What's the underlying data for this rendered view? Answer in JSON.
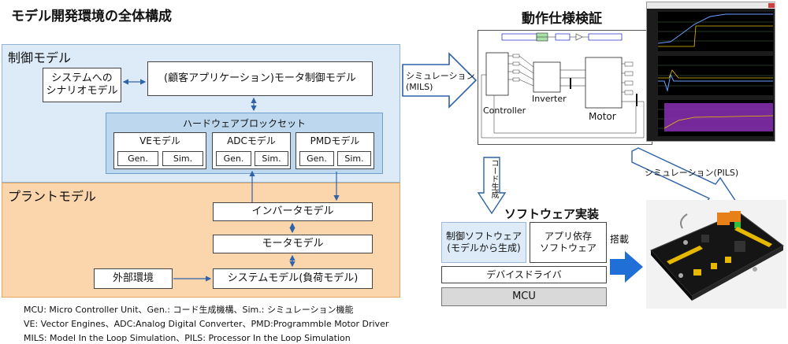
{
  "main_title": "モデル開発環境の全体構成",
  "control_model": {
    "label": "制御モデル",
    "scenario": "システムへの\nシナリオモデル",
    "motor_control": "(顧客アプリケーション)モータ制御モデル",
    "hw_block_set": {
      "label": "ハードウェアブロックセット",
      "modules": [
        {
          "name": "VEモデル",
          "gen": "Gen.",
          "sim": "Sim."
        },
        {
          "name": "ADCモデル",
          "gen": "Gen.",
          "sim": "Sim."
        },
        {
          "name": "PMDモデル",
          "gen": "Gen.",
          "sim": "Sim."
        }
      ]
    }
  },
  "plant_model": {
    "label": "プラントモデル",
    "inverter": "インバータモデル",
    "motor": "モータモデル",
    "system": "システムモデル(負荷モデル)",
    "external": "外部環境"
  },
  "notes": [
    "MCU: Micro Controller Unit、Gen.: コード生成機構、Sim.: シミュレーション機能",
    "VE: Vector Engines、ADC:Analog Digital Converter、PMD:Programmble Motor Driver",
    "MILS: Model In the Loop Simulation、PILS: Processor In the Loop Simulation"
  ],
  "arrows": {
    "mils": "シミュレーション\n(MILS)",
    "codegen": "コード生成",
    "pils": "シミュレーション(PILS)",
    "install": "搭載"
  },
  "verification": {
    "title": "動作仕様検証",
    "controller": "Controller",
    "inverter": "Inverter",
    "motor": "Motor"
  },
  "software": {
    "title": "ソフトウェア実装",
    "control_sw": "制御ソフトウェア\n(モデルから生成)",
    "app_sw": "アプリ依存\nソフトウェア",
    "driver": "デバイスドライバ",
    "mcu": "MCU"
  },
  "colors": {
    "control_bg": "#dcebf7",
    "plant_bg": "#fbd6ad",
    "hw_bg": "#bcd7ee",
    "arrow_blue": "#2e75d6",
    "mcu_bg": "#d9d9d9"
  }
}
